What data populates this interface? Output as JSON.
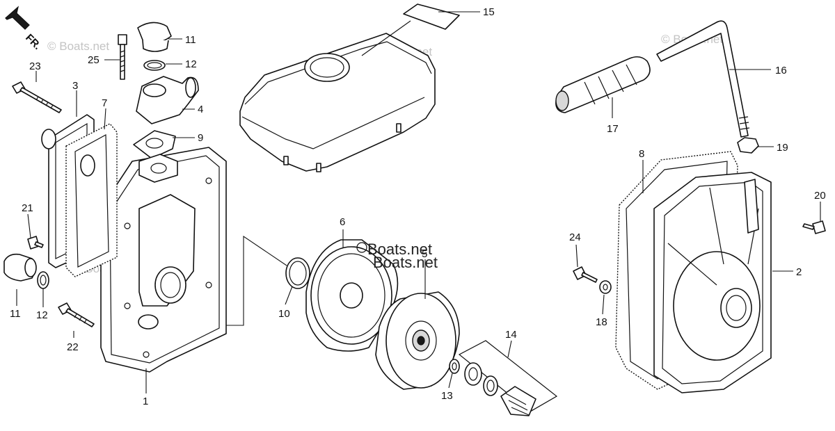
{
  "orientation": {
    "label": "FR.",
    "icon": "front-direction-arrow-icon"
  },
  "watermark": {
    "text": "© Boats.net",
    "overlay_text": "Boats.net"
  },
  "callouts": {
    "c1": "1",
    "c2": "2",
    "c3": "3",
    "c4": "4",
    "c5": "5",
    "c6": "6",
    "c7": "7",
    "c8": "8",
    "c9": "9",
    "c10": "10",
    "c11_top": "11",
    "c11_left": "11",
    "c12_top": "12",
    "c12_left": "12",
    "c13": "13",
    "c14": "14",
    "c15": "15",
    "c16": "16",
    "c17": "17",
    "c18": "18",
    "c19": "19",
    "c20": "20",
    "c21": "21",
    "c22": "22",
    "c23": "23",
    "c24": "24",
    "c25": "25"
  }
}
